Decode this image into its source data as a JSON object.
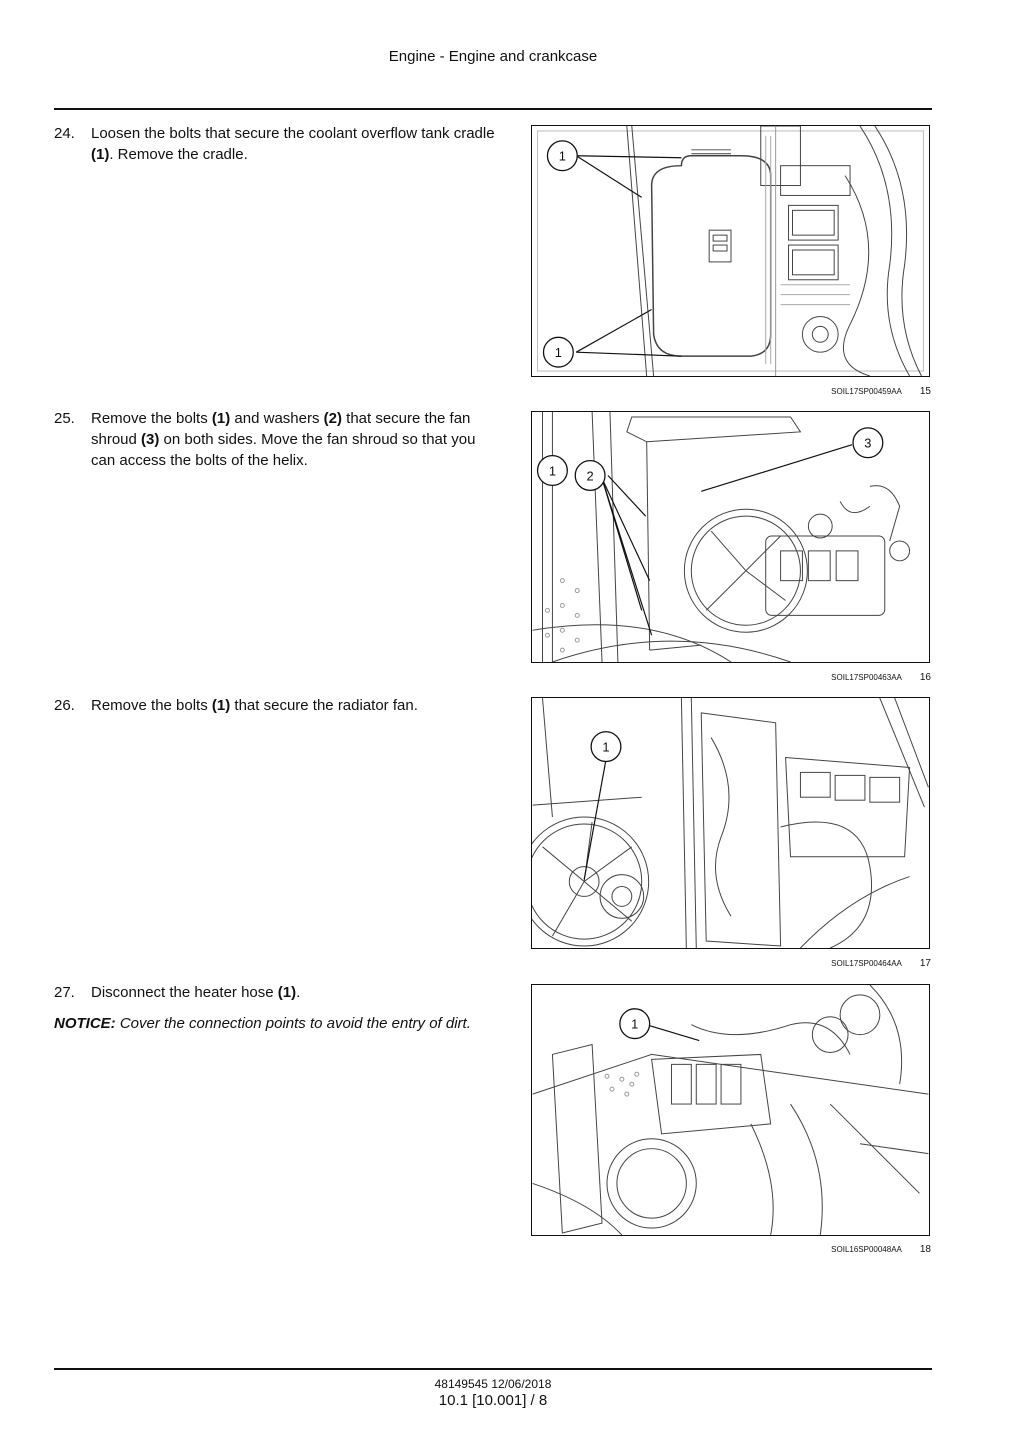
{
  "header": {
    "title": "Engine - Engine and crankcase"
  },
  "steps": [
    {
      "num": "24.",
      "pre": "Loosen the bolts that secure the coolant overflow tank cradle ",
      "b1": "(1)",
      "post": ". Remove the cradle."
    },
    {
      "num": "25.",
      "pre": "Remove the bolts ",
      "b1": "(1)",
      "mid1": " and washers ",
      "b2": "(2)",
      "mid2": " that secure the fan shroud ",
      "b3": "(3)",
      "post": " on both sides. Move the fan shroud so that you can access the bolts of the helix."
    },
    {
      "num": "26.",
      "pre": "Remove the bolts ",
      "b1": "(1)",
      "post": " that secure the radiator fan."
    },
    {
      "num": "27.",
      "pre": "Disconnect the heater hose ",
      "b1": "(1)",
      "post": "."
    }
  ],
  "notice": {
    "label": "NOTICE:",
    "text": " Cover the connection points to avoid the entry of dirt."
  },
  "figures": [
    {
      "code": "SOIL17SP00459AA",
      "index": "15",
      "callouts": [
        "1",
        "1"
      ]
    },
    {
      "code": "SOIL17SP00463AA",
      "index": "16",
      "callouts": [
        "1",
        "2",
        "3"
      ]
    },
    {
      "code": "SOIL17SP00464AA",
      "index": "17",
      "callouts": [
        "1"
      ]
    },
    {
      "code": "SOIL16SP00048AA",
      "index": "18",
      "callouts": [
        "1"
      ]
    }
  ],
  "footer": {
    "doc": "48149545 12/06/2018",
    "page": "10.1 [10.001] / 8"
  }
}
